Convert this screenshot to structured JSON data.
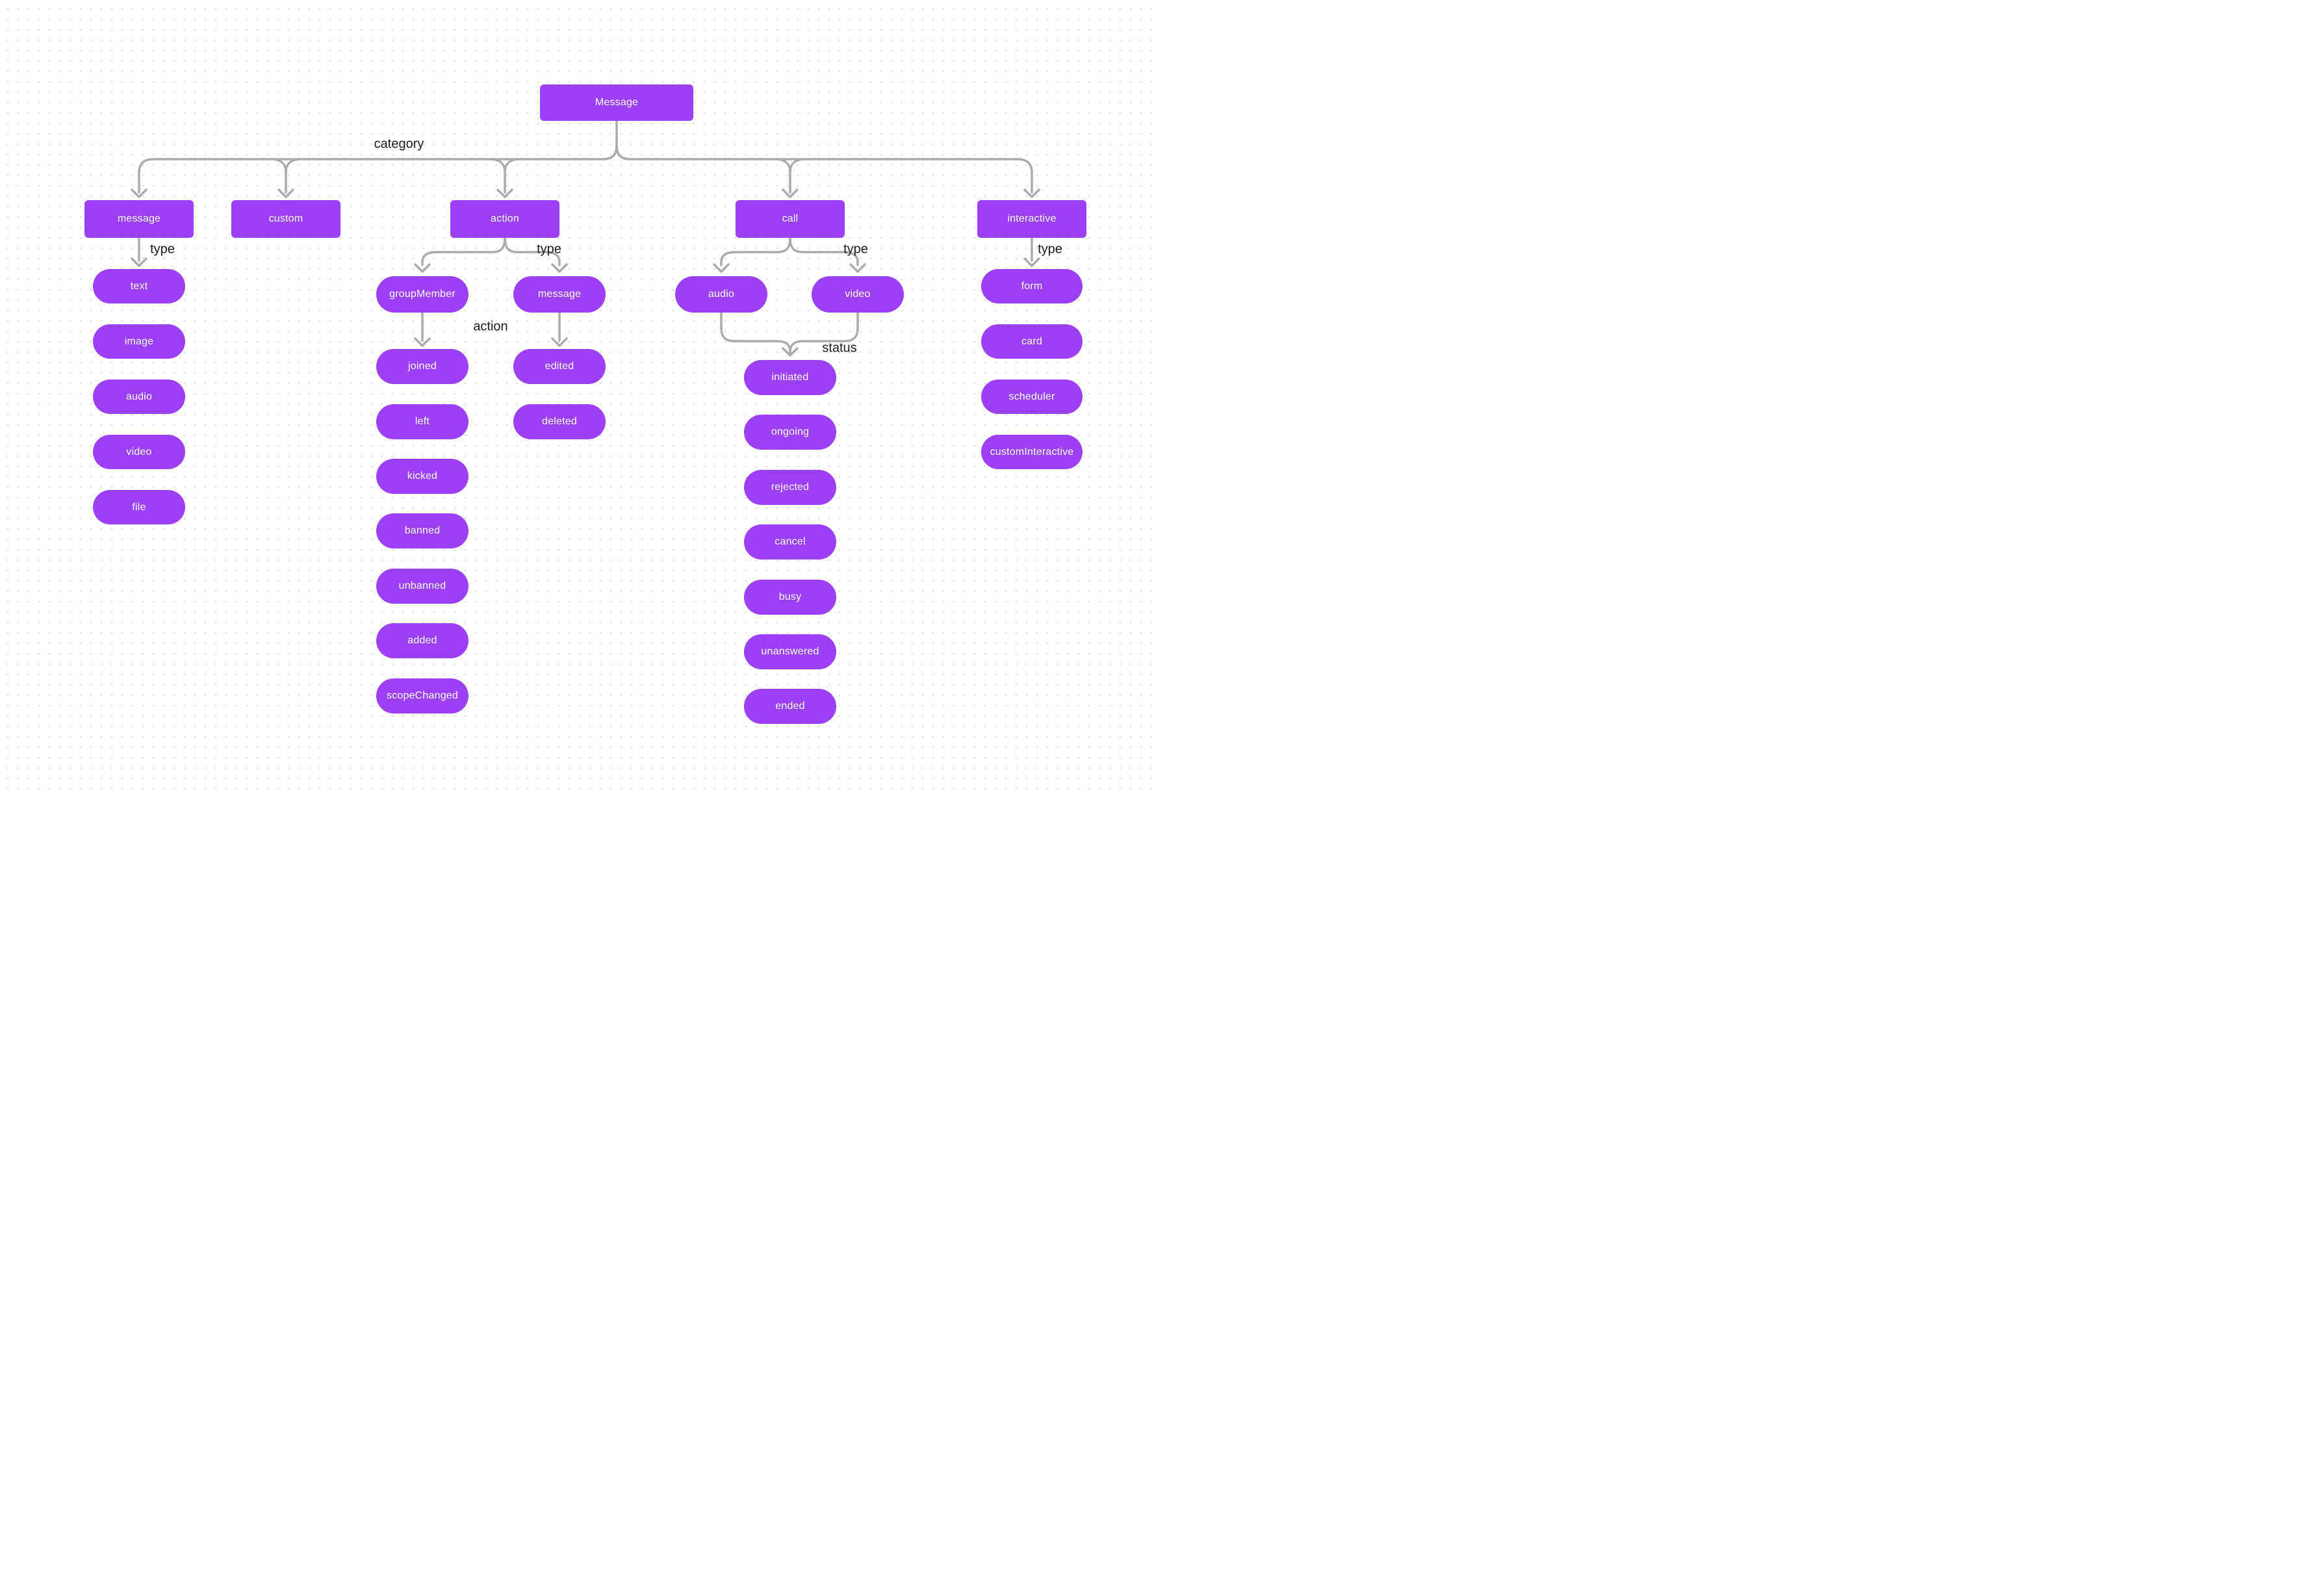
{
  "tree": {
    "root_label": "Message",
    "category_edge_label": "category",
    "message": {
      "label": "message",
      "edge_label": "type",
      "types": {
        "text": "text",
        "image": "image",
        "audio": "audio",
        "video": "video",
        "file": "file"
      }
    },
    "custom": {
      "label": "custom"
    },
    "action": {
      "label": "action",
      "edge_label": "type",
      "group_member": {
        "label": "groupMember",
        "edge_label": "action",
        "actions": {
          "joined": "joined",
          "left": "left",
          "kicked": "kicked",
          "banned": "banned",
          "unbanned": "unbanned",
          "added": "added",
          "scope_changed": "scopeChanged"
        }
      },
      "message": {
        "label": "message",
        "actions": {
          "edited": "edited",
          "deleted": "deleted"
        }
      }
    },
    "call": {
      "label": "call",
      "edge_label": "type",
      "types": {
        "audio": "audio",
        "video": "video"
      },
      "status_edge_label": "status",
      "statuses": {
        "initiated": "initiated",
        "ongoing": "ongoing",
        "rejected": "rejected",
        "cancel": "cancel",
        "busy": "busy",
        "unanswered": "unanswered",
        "ended": "ended"
      }
    },
    "interactive": {
      "label": "interactive",
      "edge_label": "type",
      "types": {
        "form": "form",
        "card": "card",
        "scheduler": "scheduler",
        "custom_interactive": "customInteractive"
      }
    }
  },
  "colors": {
    "node_fill": "#9C40F5",
    "node_text": "#FFFFFF",
    "edge": "#ABABAB",
    "edge_label_text": "#1A1A1A",
    "background": "#FFFFFF",
    "dot": "#DCDCE0"
  }
}
